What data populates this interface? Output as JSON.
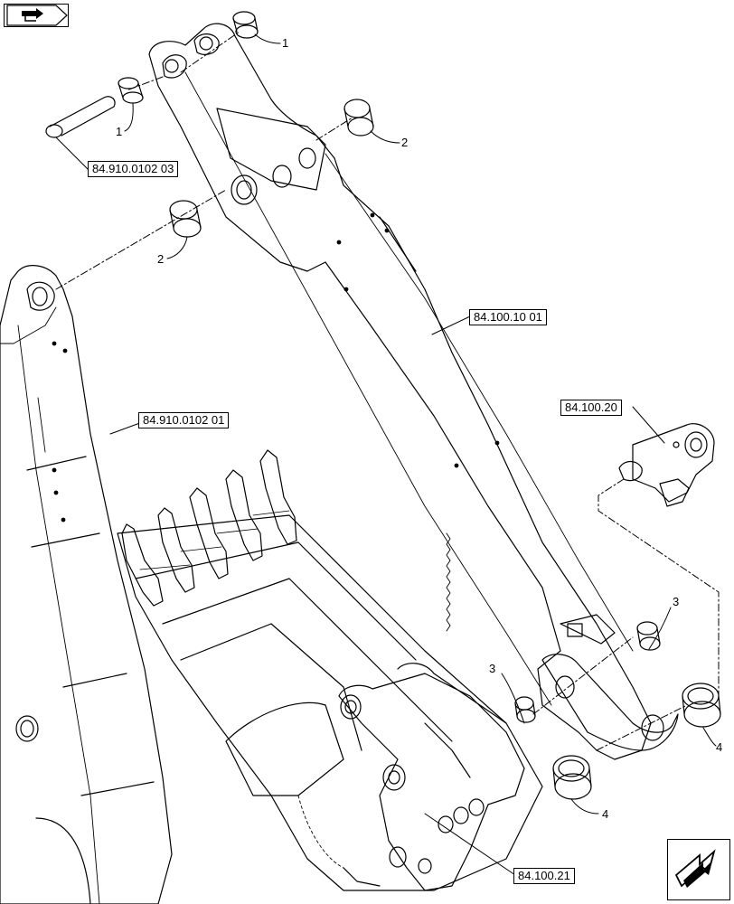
{
  "references": {
    "ref_ram_pin": "84.910.0102 03",
    "ref_dipper_stick": "84.100.10 01",
    "ref_boom": "84.910.0102 01",
    "ref_quick_coupler": "84.100.20",
    "ref_bucket_link": "84.100.21"
  },
  "callouts": {
    "item_1_top": "1",
    "item_1_left": "1",
    "item_2_upper": "2",
    "item_2_lower": "2",
    "item_3_left": "3",
    "item_3_right": "3",
    "item_4_left": "4",
    "item_4_right": "4"
  },
  "icons": {
    "top_left": "previous-page-arrow-icon",
    "bottom_right": "next-page-arrow-icon"
  }
}
